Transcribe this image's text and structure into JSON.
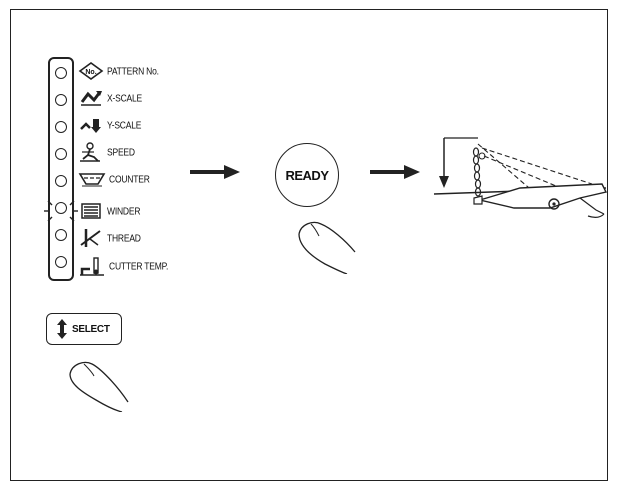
{
  "panel": {
    "items": [
      {
        "label": "PATTERN No.",
        "icon": "pattern-no-icon",
        "led": "off"
      },
      {
        "label": "X-SCALE",
        "icon": "x-scale-icon",
        "led": "off"
      },
      {
        "label": "Y-SCALE",
        "icon": "y-scale-icon",
        "led": "off"
      },
      {
        "label": "SPEED",
        "icon": "speed-icon",
        "led": "off"
      },
      {
        "label": "COUNTER",
        "icon": "counter-icon",
        "led": "off"
      },
      {
        "label": "WINDER",
        "icon": "winder-icon",
        "led": "on"
      },
      {
        "label": "THREAD",
        "icon": "thread-icon",
        "led": "off"
      },
      {
        "label": "CUTTER TEMP.",
        "icon": "cutter-temp-icon",
        "led": "off"
      }
    ],
    "pattern_badge": "No."
  },
  "select_button": {
    "label": "SELECT"
  },
  "ready_button": {
    "label": "READY"
  },
  "colors": {
    "line": "#222222",
    "background": "#ffffff"
  }
}
